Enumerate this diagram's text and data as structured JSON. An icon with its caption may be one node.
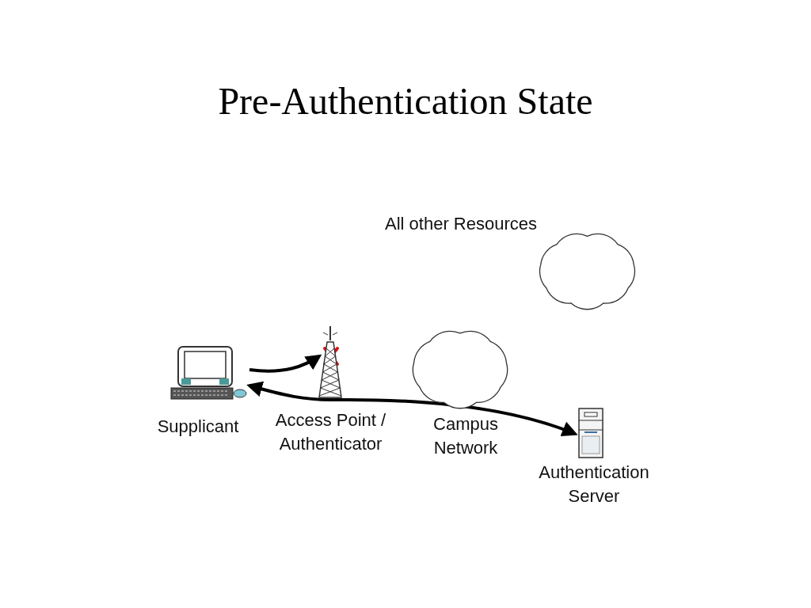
{
  "diagram": {
    "title": "Pre-Authentication State",
    "nodes": [
      {
        "text": [
          "Supplicant"
        ]
      },
      {
        "text": [
          "Access Point / Authenticator"
        ]
      },
      {
        "text": [
          "Campus Network"
        ]
      },
      {
        "text": [
          "All other Resources"
        ]
      },
      {
        "text": [
          "Authentication Server"
        ]
      }
    ],
    "edges": [
      {
        "from": 0,
        "to": 1,
        "arrow": "to"
      },
      {
        "from": 0,
        "to": 4,
        "arrow": "both"
      }
    ]
  }
}
